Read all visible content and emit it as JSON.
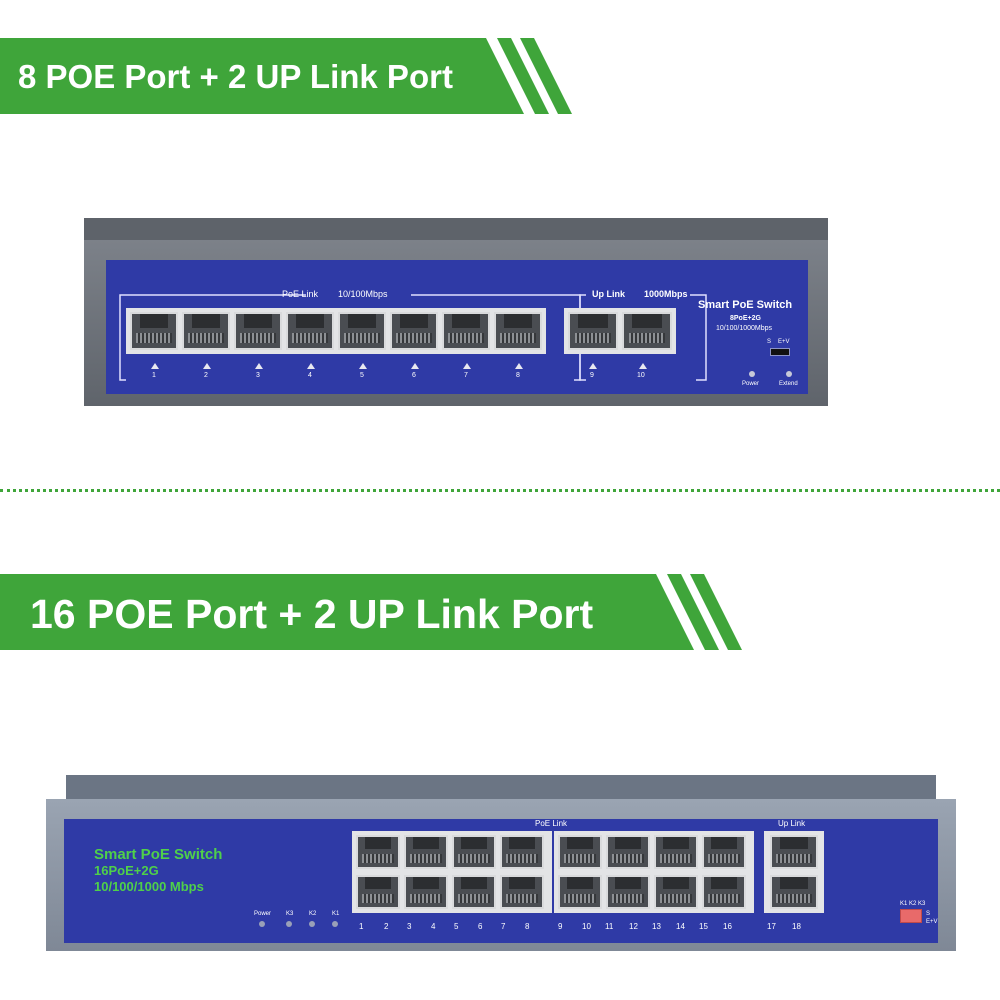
{
  "banner_top": {
    "text": "8 POE Port + 2 UP Link Port"
  },
  "banner_bottom": {
    "text": "16 POE Port + 2 UP Link Port"
  },
  "switch8": {
    "poe_link_label": "PoE Link",
    "poe_speed_label": "10/100Mbps",
    "uplink_label": "Up Link",
    "uplink_speed_label": "1000Mbps",
    "title": "Smart PoE Switch",
    "model": "8PoE+2G",
    "speed": "10/100/1000Mbps",
    "switch_s": "S",
    "switch_ev": "E+V",
    "power_label": "Power",
    "extend_label": "Extend",
    "port_numbers": [
      "1",
      "2",
      "3",
      "4",
      "5",
      "6",
      "7",
      "8",
      "9",
      "10"
    ]
  },
  "switch16": {
    "title": "Smart PoE Switch",
    "model": "16PoE+2G",
    "speed": "10/100/1000 Mbps",
    "poe_link_label": "PoE Link",
    "uplink_label": "Up Link",
    "led_labels": [
      "Power",
      "K3",
      "K2",
      "K1"
    ],
    "dip_labels": "K1 K2 K3",
    "dip_s": "S",
    "dip_ev": "E+V",
    "port_numbers": [
      "1",
      "2",
      "3",
      "4",
      "5",
      "6",
      "7",
      "8",
      "9",
      "10",
      "11",
      "12",
      "13",
      "14",
      "15",
      "16",
      "17",
      "18"
    ]
  },
  "colors": {
    "banner_green": "#3fa53a",
    "panel_blue": "#2f3aa6",
    "casing_gray": "#6f747c"
  }
}
